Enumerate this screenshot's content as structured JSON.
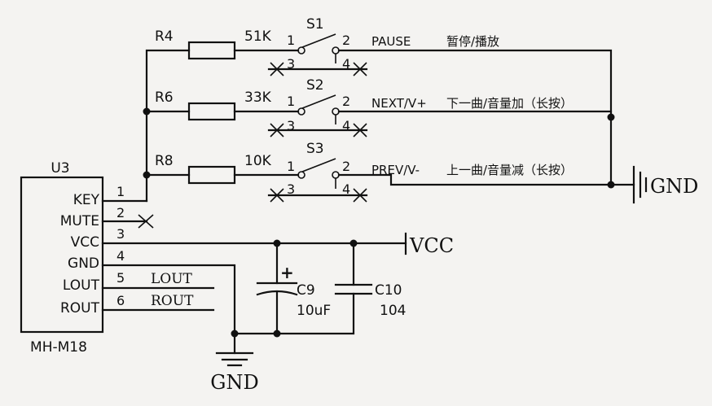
{
  "chip": {
    "ref": "U3",
    "part": "MH-M18",
    "pins": [
      {
        "num": "1",
        "name": "KEY"
      },
      {
        "num": "2",
        "name": "MUTE"
      },
      {
        "num": "3",
        "name": "VCC"
      },
      {
        "num": "4",
        "name": "GND"
      },
      {
        "num": "5",
        "name": "LOUT"
      },
      {
        "num": "6",
        "name": "ROUT"
      }
    ]
  },
  "outputs": {
    "lout": "LOUT",
    "rout": "ROUT"
  },
  "buttons": [
    {
      "res_ref": "R4",
      "res_val": "51K",
      "sw_ref": "S1",
      "p1": "1",
      "p2": "2",
      "p3": "3",
      "p4": "4",
      "net": "PAUSE",
      "desc": "暂停/播放"
    },
    {
      "res_ref": "R6",
      "res_val": "33K",
      "sw_ref": "S2",
      "p1": "1",
      "p2": "2",
      "p3": "3",
      "p4": "4",
      "net": "NEXT/V+",
      "desc": "下一曲/音量加（长按）"
    },
    {
      "res_ref": "R8",
      "res_val": "10K",
      "sw_ref": "S3",
      "p1": "1",
      "p2": "2",
      "p3": "3",
      "p4": "4",
      "net": "PREV/V-",
      "desc": "上一曲/音量减（长按）"
    }
  ],
  "caps": {
    "c9": {
      "ref": "C9",
      "val": "10uF",
      "polarity": "+"
    },
    "c10": {
      "ref": "C10",
      "val": "104"
    }
  },
  "rails": {
    "gnd_right": "GND",
    "vcc": "VCC",
    "gnd_bottom": "GND"
  }
}
